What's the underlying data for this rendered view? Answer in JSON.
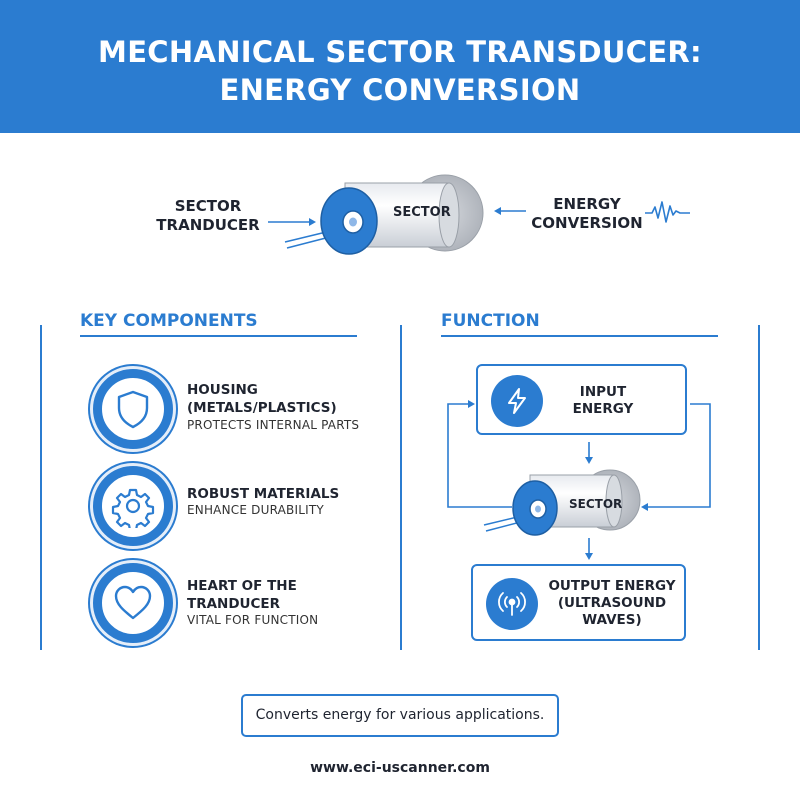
{
  "header": {
    "title_line1": "MECHANICAL SECTOR TRANSDUCER:",
    "title_line2": "ENERGY CONVERSION"
  },
  "top_diagram": {
    "left_label_line1": "SECTOR",
    "left_label_line2": "TRANDUCER",
    "device_label": "SECTOR",
    "right_label_line1": "ENERGY",
    "right_label_line2": "CONVERSION",
    "wave_icon": "pulse-wave-icon"
  },
  "key_components": {
    "title": "KEY COMPONENTS",
    "items": [
      {
        "icon": "shield-icon",
        "title_line1": "HOUSING",
        "title_line2": "(METALS/PLASTICS)",
        "subtitle": "PROTECTS INTERNAL PARTS"
      },
      {
        "icon": "gear-icon",
        "title_line1": "ROBUST MATERIALS",
        "title_line2": "",
        "subtitle": "ENHANCE DURABILITY"
      },
      {
        "icon": "heart-icon",
        "title_line1": "HEART OF THE",
        "title_line2": "TRANDUCER",
        "subtitle": "VITAL FOR FUNCTION"
      }
    ]
  },
  "function": {
    "title": "FUNCTION",
    "input": {
      "icon": "lightning-icon",
      "line1": "INPUT",
      "line2": "ENERGY"
    },
    "device_label": "SECTOR",
    "output": {
      "icon": "ultrasound-wave-icon",
      "line1": "OUTPUT ENERGY",
      "line2": "(ULTRASOUND",
      "line3": "WAVES)"
    }
  },
  "footer": {
    "caption": "Converts energy for various applications.",
    "url": "www.eci-uscanner.com"
  },
  "colors": {
    "accent": "#2b7cd0",
    "text": "#1f2430"
  }
}
